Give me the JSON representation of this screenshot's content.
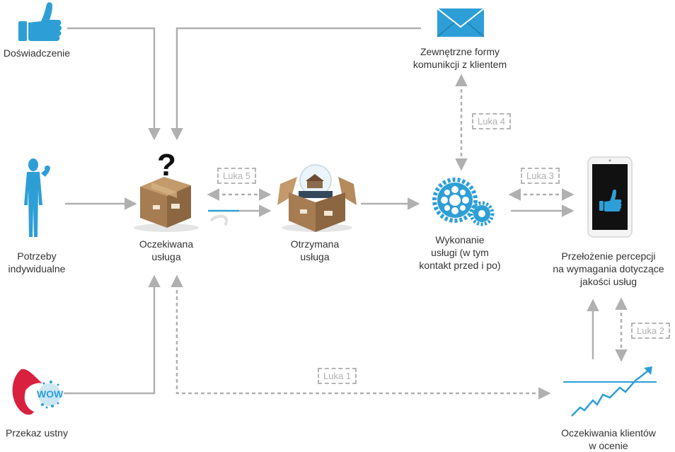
{
  "labels": {
    "doswiadczenie": "Doświadczenie",
    "potrzeby": "Potrzeby\nindywidualne",
    "przekaz": "Przekaz ustny",
    "oczekiwana": "Oczekiwana\nusługa",
    "otrzymana": "Otrzymana\nusługa",
    "wykonanie": "Wykonanie\nusługi (w tym\nkontakt przed i po)",
    "zewnetrzne": "Zewnętrzne formy\nkomunikcji z klientem",
    "przelozenie": "Przełożenie percepcji\nna wymagania dotyczące\njakości usług",
    "oczekiwania_klientow": "Oczekiwania klientów\nw ocenie"
  },
  "gaps": {
    "luka1": "Luka 1",
    "luka2": "Luka 2",
    "luka3": "Luka 3",
    "luka4": "Luka 4",
    "luka5": "Luka 5"
  },
  "wow_text": "WOW",
  "question_mark": "?",
  "colors": {
    "accent_blue": "#2e9fd6",
    "arrow_gray": "#b0b0b0",
    "box_brown": "#a67c52",
    "lips_red": "#d9213f"
  }
}
